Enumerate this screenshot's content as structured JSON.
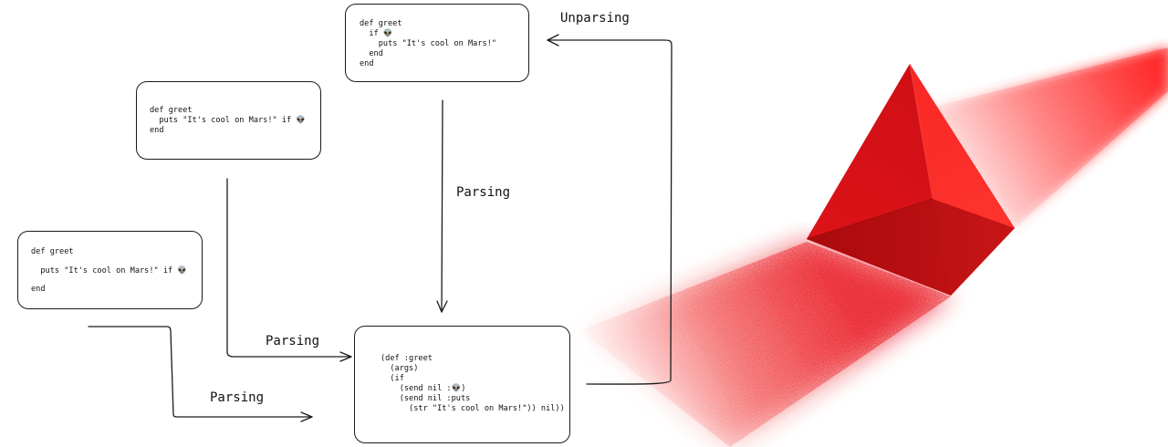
{
  "diagram": {
    "boxes": {
      "top": {
        "lines": [
          "def greet",
          "  if 👽",
          "    puts \"It's cool on Mars!\"",
          "  end",
          "end"
        ]
      },
      "mid": {
        "lines": [
          "def greet",
          "  puts \"It's cool on Mars!\" if 👽",
          "end"
        ]
      },
      "left": {
        "lines": [
          "def greet",
          "  puts \"It's cool on Mars!\" if 👽",
          "end"
        ]
      },
      "ast": {
        "lines": [
          "(def :greet",
          "  (args)",
          "  (if",
          "    (send nil :👽)",
          "    (send nil :puts",
          "      (str \"It's cool on Mars!\")) nil))"
        ]
      }
    },
    "labels": {
      "unparsing": "Unparsing",
      "parsing_top": "Parsing",
      "parsing_mid": "Parsing",
      "parsing_left": "Parsing"
    },
    "colors": {
      "ink": "#1b1b1b",
      "ruby_red": "#e0161a",
      "ruby_dark": "#a50b0e",
      "ruby_light": "#ff3a34"
    },
    "decoration": "ruby-gem-pyramid"
  }
}
